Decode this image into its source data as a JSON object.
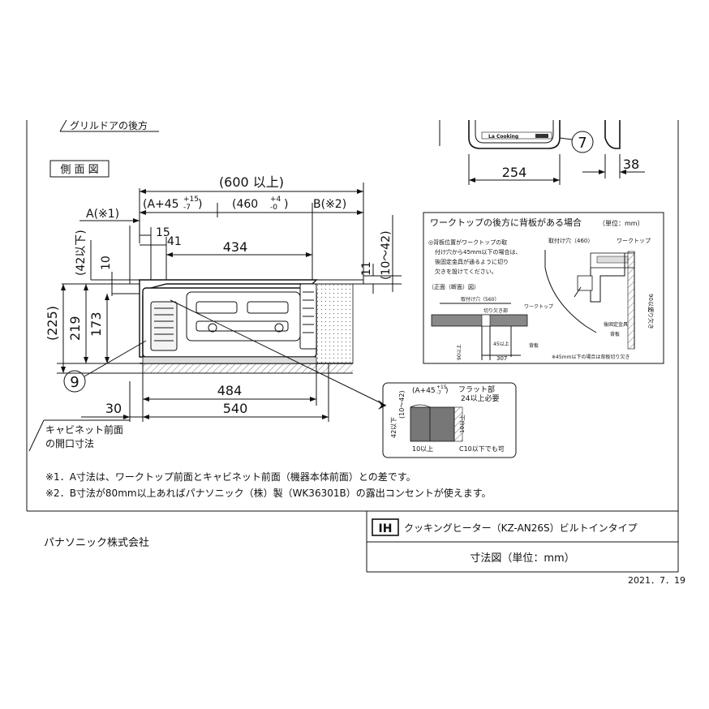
{
  "top_note": "グリルドアの後方",
  "callout_7": "7",
  "callout_9": "9",
  "dim_254": "254",
  "dim_38": "38",
  "side_view_label": "側 面 図",
  "dim_600": "(600 以上)",
  "dim_a_prefix": "(A+45",
  "dim_a_tol_upper": "+15",
  "dim_a_tol_lower": "-7",
  "dim_a_suffix": ")",
  "dim_460_prefix": "(460",
  "dim_460_tol_upper": "+4",
  "dim_460_tol_lower": "-0",
  "dim_460_suffix": ")",
  "dim_b": "B(※2)",
  "dim_a_left": "A(※1)",
  "dim_15": "15",
  "dim_41": "41",
  "dim_434": "434",
  "dim_42_below": "(42以下)",
  "dim_10": "10",
  "dim_11": "11",
  "dim_10_42": "(10～42)",
  "dim_225": "(225)",
  "dim_219": "219",
  "dim_173": "173",
  "dim_484": "484",
  "dim_30": "30",
  "dim_540": "540",
  "cabinet_note_line1": "キャビネット前面",
  "cabinet_note_line2": "の開口寸法",
  "logo_text": "La Cooking",
  "inset": {
    "title": "ワークトップの後方に背板がある場合",
    "unit": "（単位：mm）",
    "note_line1": "◎背板位置がワークトップの取",
    "note_line2": "付け穴から45mm以下の場合は、",
    "note_line3": "後固定金具が通るように切り",
    "note_line4": "欠きを設けてください。",
    "hole_label": "取付け穴（460）",
    "worktop_label": "ワークトップ",
    "dim_90_right": "90以上",
    "notch_label_right": "切り欠き",
    "fixing_label": "後固定金具",
    "backboard_right": "背板",
    "front_section": "（正面（断面）図）",
    "hole_560": "取付け穴（560）",
    "notch_label": "切り欠き部",
    "worktop2": "ワークトップ",
    "dim_45": "45以上",
    "dim_90_left": "90以上",
    "dim_307": "307",
    "backboard": "背板",
    "footnote": "※45mm以下の場合は背板切り欠き"
  },
  "detail": {
    "a_dim": "(A+45",
    "a_tol": "+15",
    "a_tol2": "-7",
    "a_close": ")",
    "flat_line1": "フラット部",
    "flat_line2": "24以上必要",
    "dim_10_42": "(10～42)",
    "dim_42": "42以下",
    "dim_10_side": "10以上",
    "dim_10_bottom": "10以上",
    "c10": "C10以下でも可"
  },
  "notes": [
    "※1．A寸法は、ワークトップ前面とキャビネット前面（機器本体前面）との差です。",
    "※2．B寸法が80mm以上あればパナソニック（株）製（WK36301B）の露出コンセントが使えます。"
  ],
  "company": "パナソニック株式会社",
  "title_block": {
    "ih": "IH",
    "product": "クッキングヒーター（KZ-AN26S）ビルトインタイプ",
    "drawing_type": "寸法図（単位：mm）"
  },
  "date": "2021．7．19"
}
